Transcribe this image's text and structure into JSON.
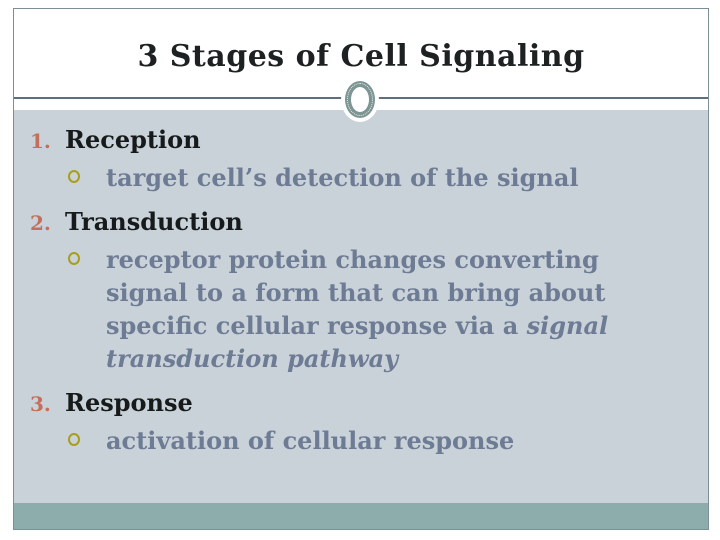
{
  "slide": {
    "title": "3 Stages of Cell Signaling",
    "list": {
      "items": [
        {
          "number": "1.",
          "label": "Reception",
          "sub": {
            "normal": "target cell’s detection of the signal",
            "italic": ""
          }
        },
        {
          "number": "2.",
          "label": "Transduction",
          "sub": {
            "normal": "receptor protein changes converting signal to a form that can bring about specific cellular response via a ",
            "italic": "signal transduction pathway"
          }
        },
        {
          "number": "3.",
          "label": "Response",
          "sub": {
            "normal": "activation of cellular response",
            "italic": ""
          }
        }
      ]
    },
    "colors": {
      "number_accent": "#c2705c",
      "bullet_ring": "#a89e1c",
      "sub_text": "#6e7b94",
      "dark_text": "#1e2121",
      "band_light": "#c9d2d8",
      "band_teal": "#8cadac",
      "slide_border": "#7d8f96",
      "rule": "#5f707c",
      "ornament_ring": "#7d9693"
    }
  }
}
